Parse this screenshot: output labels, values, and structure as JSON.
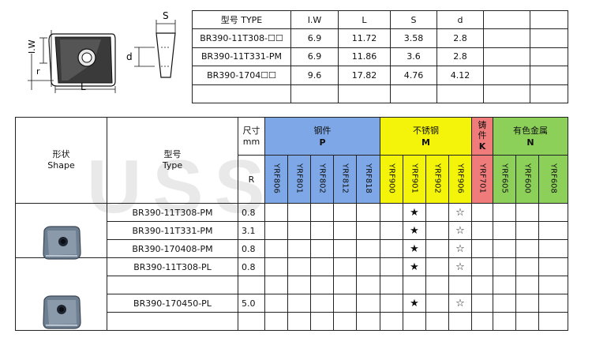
{
  "watermark": "USS",
  "diagram": {
    "labels": {
      "s": "S",
      "iw": "I.W",
      "d": "d",
      "l": "L",
      "r": "r"
    }
  },
  "dim_table": {
    "headers": [
      "型号 TYPE",
      "I.W",
      "L",
      "S",
      "d",
      "",
      ""
    ],
    "rows": [
      [
        "BR390-11T308-☐☐",
        "6.9",
        "11.72",
        "3.58",
        "2.8",
        "",
        ""
      ],
      [
        "BR390-11T331-PM",
        "6.9",
        "11.86",
        "3.6",
        "2.8",
        "",
        ""
      ],
      [
        "BR390-1704☐☐",
        "9.6",
        "17.82",
        "4.76",
        "4.12",
        "",
        ""
      ],
      [
        "",
        "",
        "",
        "",
        "",
        "",
        ""
      ]
    ]
  },
  "main_table": {
    "shape_header": "形状\nShape",
    "type_header": "型号\nType",
    "size_header": "尺寸\nmm",
    "r_header": "R",
    "groups": [
      {
        "cn": "钢件",
        "code": "P",
        "color": "#7da7e6"
      },
      {
        "cn": "不锈钢",
        "code": "M",
        "color": "#f4f40a"
      },
      {
        "cn": "铸件",
        "code": "K",
        "color": "#ef7b7b"
      },
      {
        "cn": "有色金属",
        "code": "N",
        "color": "#8cd05a"
      }
    ],
    "grades": [
      "YRF806",
      "YRF801",
      "YRF802",
      "YRF812",
      "YRF818",
      "YRF900",
      "YRF901",
      "YRF902",
      "YRF906",
      "YRF701",
      "YRF605",
      "YRF600",
      "YRF608"
    ],
    "rows": [
      {
        "type": "BR390-11T308-PM",
        "r": "0.8",
        "marks": [
          "",
          "",
          "",
          "",
          "",
          "",
          "★",
          "",
          "☆",
          "",
          "",
          "",
          ""
        ]
      },
      {
        "type": "BR390-11T331-PM",
        "r": "3.1",
        "marks": [
          "",
          "",
          "",
          "",
          "",
          "",
          "★",
          "",
          "☆",
          "",
          "",
          "",
          ""
        ]
      },
      {
        "type": "BR390-170408-PM",
        "r": "0.8",
        "marks": [
          "",
          "",
          "",
          "",
          "",
          "",
          "★",
          "",
          "☆",
          "",
          "",
          "",
          ""
        ]
      },
      {
        "type": "BR390-11T308-PL",
        "r": "0.8",
        "marks": [
          "",
          "",
          "",
          "",
          "",
          "",
          "★",
          "",
          "☆",
          "",
          "",
          "",
          ""
        ]
      },
      {
        "type": "",
        "r": "",
        "marks": [
          "",
          "",
          "",
          "",
          "",
          "",
          "",
          "",
          "",
          "",
          "",
          "",
          ""
        ]
      },
      {
        "type": "BR390-170450-PL",
        "r": "5.0",
        "marks": [
          "",
          "",
          "",
          "",
          "",
          "",
          "★",
          "",
          "☆",
          "",
          "",
          "",
          ""
        ]
      },
      {
        "type": "",
        "r": "",
        "marks": [
          "",
          "",
          "",
          "",
          "",
          "",
          "",
          "",
          "",
          "",
          "",
          "",
          ""
        ]
      }
    ]
  }
}
